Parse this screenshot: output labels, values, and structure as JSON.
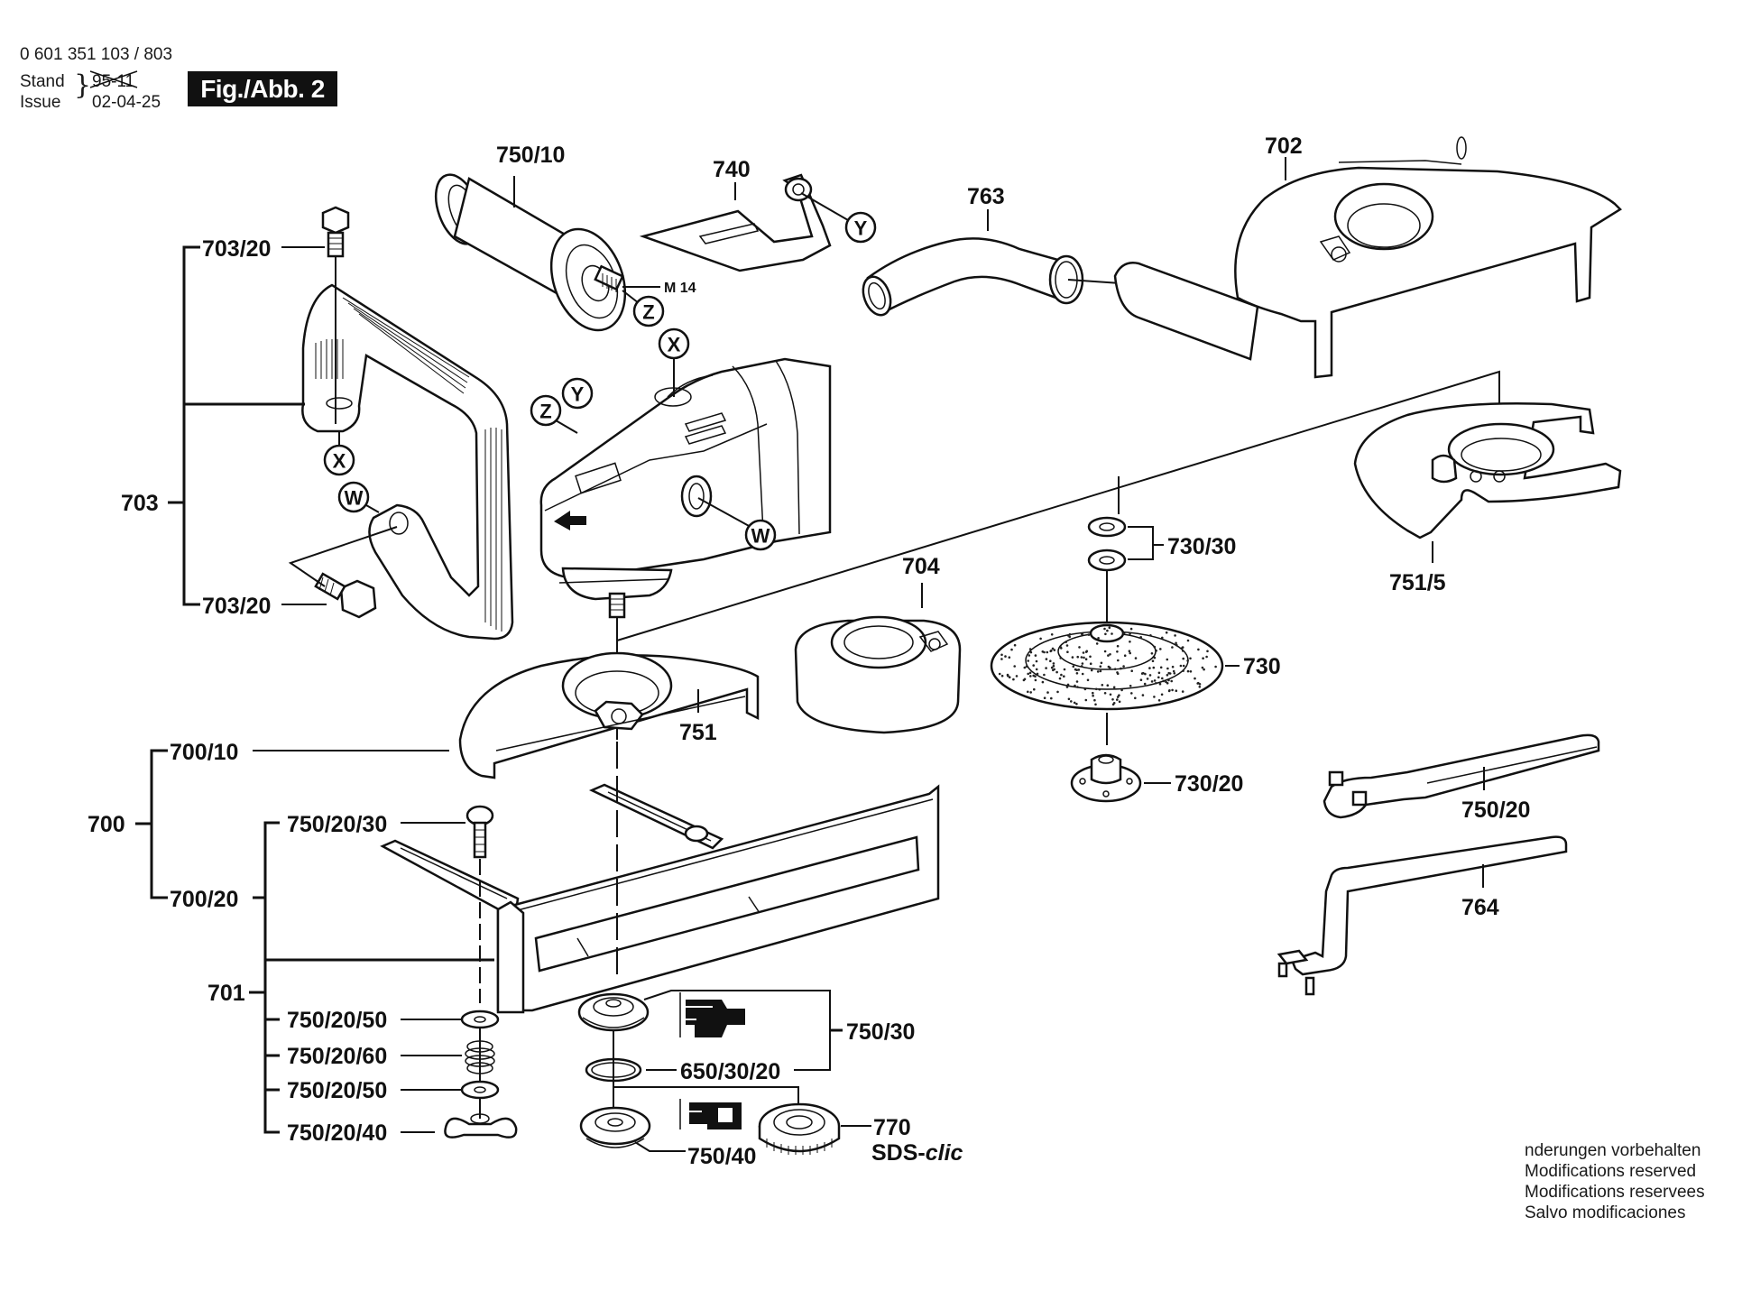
{
  "header": {
    "part_number": "0 601 351 103 / 803",
    "stand_label": "Stand",
    "issue_label": "Issue",
    "old_date": "95-11",
    "issue_date": "02-04-25",
    "figure_label": "Fig./Abb. 2"
  },
  "callouts": {
    "p750_10": "750/10",
    "p740": "740",
    "p763": "763",
    "p702": "702",
    "p703_20_top": "703/20",
    "p703": "703",
    "p703_20_bottom": "703/20",
    "p704": "704",
    "p751": "751",
    "p730_30": "730/30",
    "p730": "730",
    "p730_20": "730/20",
    "p751_5": "751/5",
    "p750_20": "750/20",
    "p764": "764",
    "p700_10": "700/10",
    "p700": "700",
    "p750_20_30": "750/20/30",
    "p700_20": "700/20",
    "p701": "701",
    "p750_20_50_a": "750/20/50",
    "p750_20_60": "750/20/60",
    "p750_20_50_b": "750/20/50",
    "p750_20_40": "750/20/40",
    "p750_30": "750/30",
    "p650_30_20": "650/30/20",
    "p770": "770",
    "sds_prefix": "SDS-",
    "sds_suffix": "clic",
    "p750_40": "750/40",
    "thread_spec": "M 14"
  },
  "reference_markers": {
    "handle_z": "Z",
    "bracket_y": "Y",
    "grinder_x": "X",
    "grinder_z": "Z",
    "grinder_y": "Y",
    "grinder_w": "W",
    "bow_x": "X",
    "bow_w": "W"
  },
  "footer": {
    "lines": [
      "nderungen vorbehalten",
      "Modifications reserved",
      "Modifications reservees",
      "Salvo modificaciones"
    ]
  }
}
